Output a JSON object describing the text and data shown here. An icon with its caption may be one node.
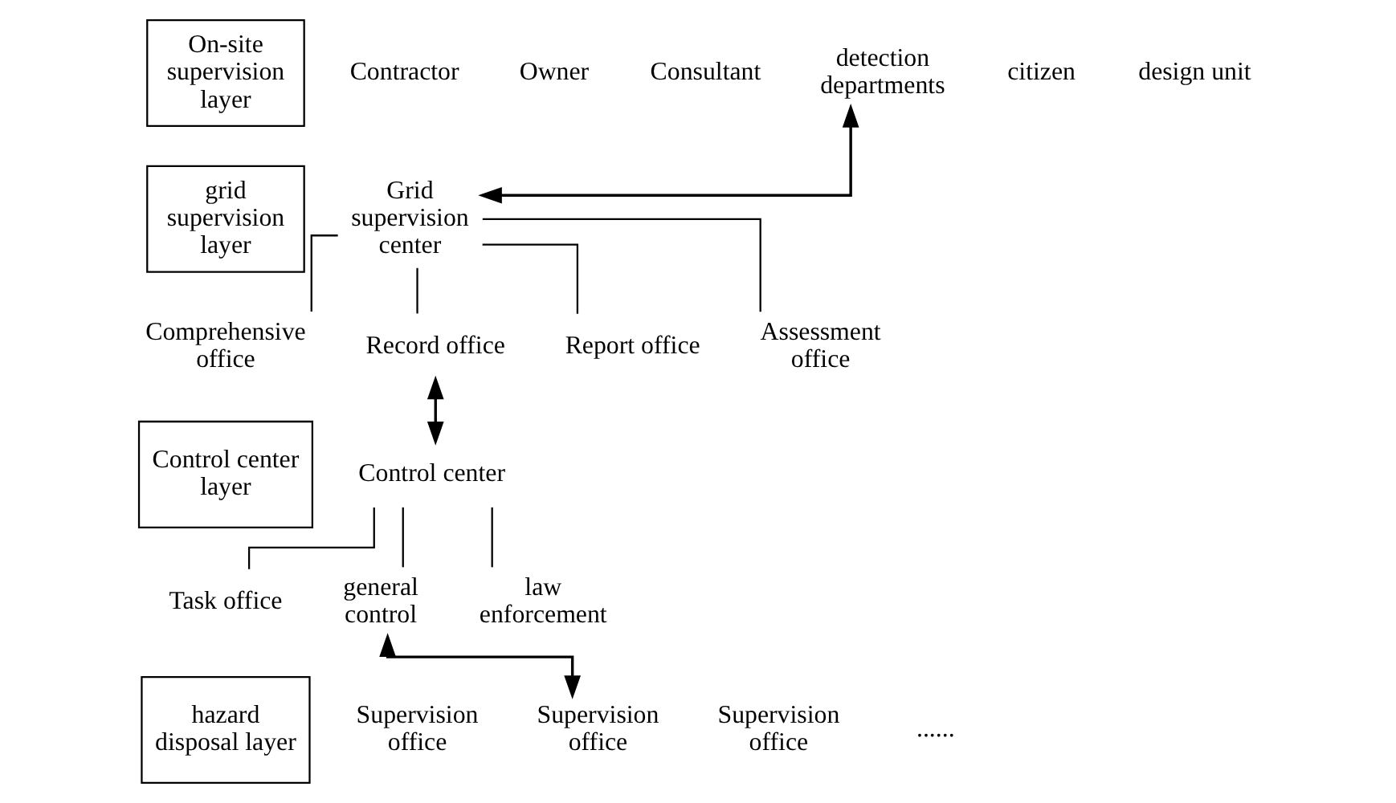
{
  "diagram": {
    "nodes": [
      {
        "text": [
          "On-site supervision layer"
        ]
      },
      {
        "text": [
          "detection departments"
        ]
      },
      {
        "text": [
          "grid supervision layer"
        ]
      },
      {
        "text": [
          "Grid supervision center"
        ]
      },
      {
        "text": [
          "Comprehensive office"
        ]
      },
      {
        "text": [
          "Record office"
        ]
      },
      {
        "text": [
          "Report office"
        ]
      },
      {
        "text": [
          "Assessment office"
        ]
      },
      {
        "text": [
          "Control center layer"
        ]
      },
      {
        "text": [
          "Control center"
        ]
      },
      {
        "text": [
          "Task office"
        ]
      },
      {
        "text": [
          "general control"
        ]
      },
      {
        "text": [
          "law enforcement"
        ]
      },
      {
        "text": [
          "hazard disposal layer"
        ]
      },
      {
        "text": [
          "Supervision office"
        ]
      }
    ],
    "edges": [
      {
        "from": 1,
        "to": 3,
        "arrow": "both"
      },
      {
        "from": 3,
        "to": 4,
        "arrow": "none"
      },
      {
        "from": 3,
        "to": 5,
        "arrow": "none"
      },
      {
        "from": 3,
        "to": 6,
        "arrow": "none"
      },
      {
        "from": 3,
        "to": 7,
        "arrow": "none"
      },
      {
        "from": 5,
        "to": 9,
        "arrow": "both"
      },
      {
        "from": 9,
        "to": 10,
        "arrow": "none"
      },
      {
        "from": 9,
        "to": 11,
        "arrow": "none"
      },
      {
        "from": 9,
        "to": 12,
        "arrow": "none"
      },
      {
        "from": 11,
        "to": 14,
        "arrow": "both"
      }
    ],
    "labels": [
      "Contractor",
      "Owner",
      "Consultant",
      "citizen",
      "design unit",
      "Supervision office",
      "Supervision office",
      "......"
    ]
  }
}
